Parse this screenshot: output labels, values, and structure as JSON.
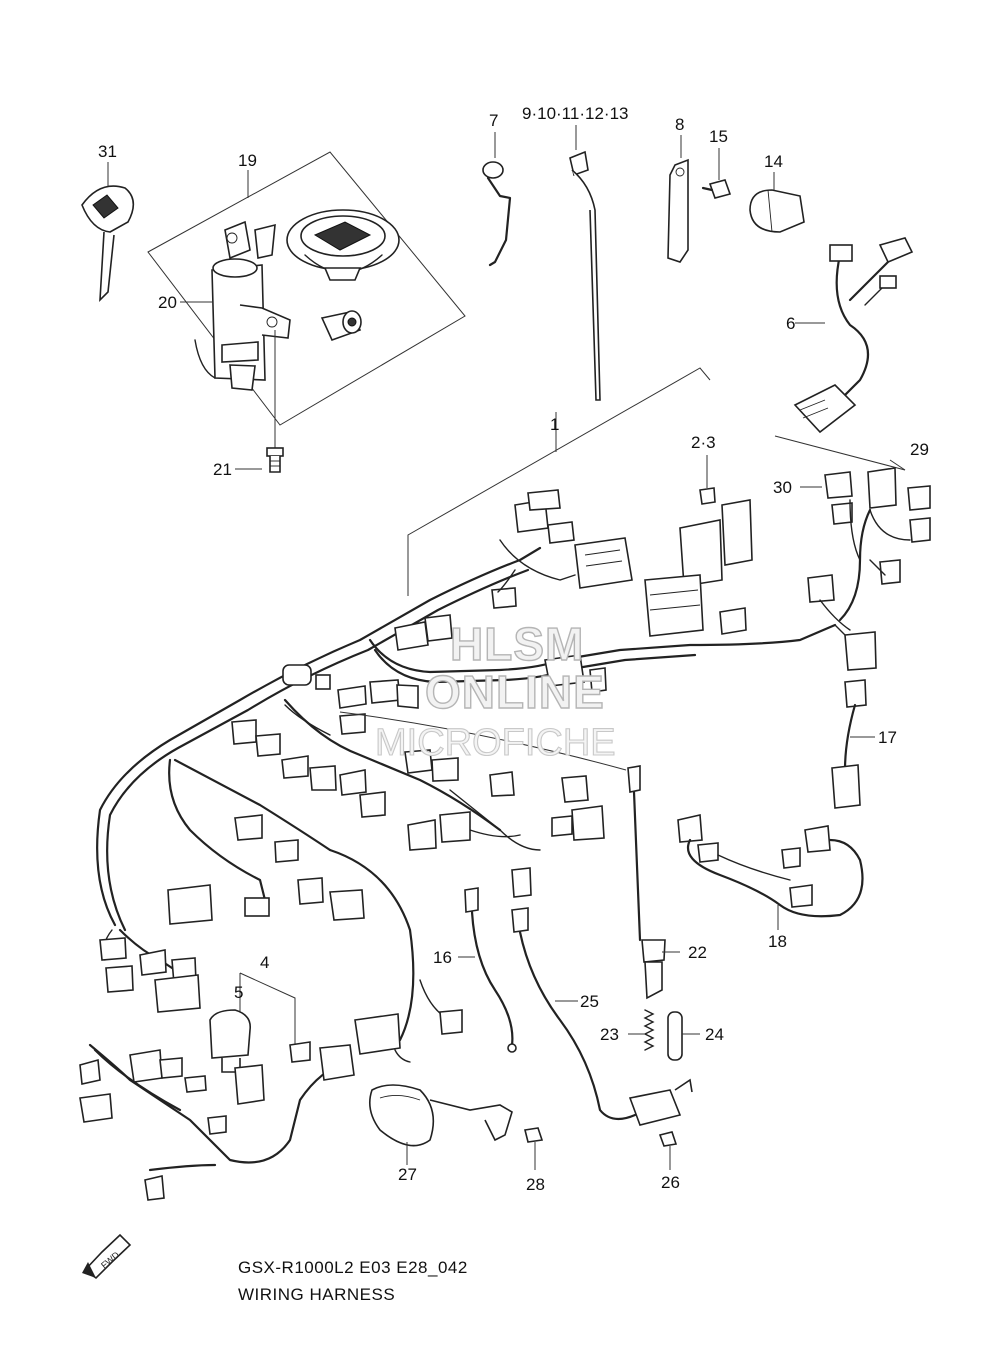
{
  "title": {
    "model_code": "GSX-R1000L2 E03 E28_042",
    "name": "WIRING HARNESS"
  },
  "watermark": {
    "line1": "HLSM",
    "line2": "ONLINE",
    "line3": "MICROFICHE"
  },
  "callouts": {
    "c1": "1",
    "c2_3": "2·3",
    "c4": "4",
    "c5": "5",
    "c6": "6",
    "c7": "7",
    "c8": "8",
    "c9_13": "9·10·11·12·13",
    "c14": "14",
    "c15": "15",
    "c16": "16",
    "c17": "17",
    "c18": "18",
    "c19": "19",
    "c20": "20",
    "c21": "21",
    "c22": "22",
    "c23": "23",
    "c24": "24",
    "c25": "25",
    "c26": "26",
    "c27": "27",
    "c28": "28",
    "c29": "29",
    "c30": "30",
    "c31": "31"
  },
  "icons": {
    "fwd_arrow": "fwd-arrow-icon"
  },
  "colors": {
    "line": "#222222",
    "background": "#ffffff",
    "watermark": "#b5b5b5"
  }
}
